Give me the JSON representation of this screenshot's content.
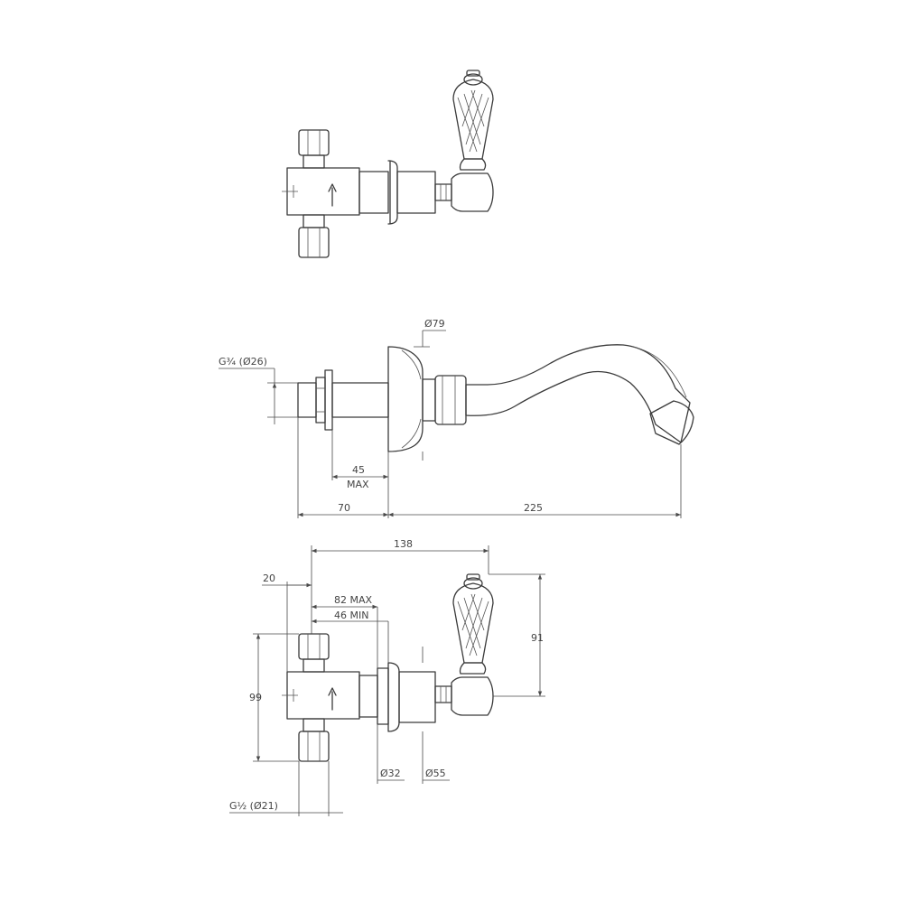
{
  "colors": {
    "line": "#3a3a3a",
    "dimension": "#4a4a4a",
    "background": "#ffffff"
  },
  "side_view": {
    "inlet_thread": "G¾ (Ø26)",
    "rosette_diameter": "Ø79",
    "depth_max": "45",
    "depth_max_suffix": "MAX",
    "body_length": "70",
    "spout_reach": "225"
  },
  "valve_view": {
    "overall_length": "138",
    "offset": "20",
    "depth_max": "82 MAX",
    "depth_min": "46 MIN",
    "body_height": "99",
    "handle_height": "91",
    "stem_diameter": "Ø32",
    "rosette_diameter": "Ø55",
    "inlet_thread": "G½ (Ø21)"
  }
}
